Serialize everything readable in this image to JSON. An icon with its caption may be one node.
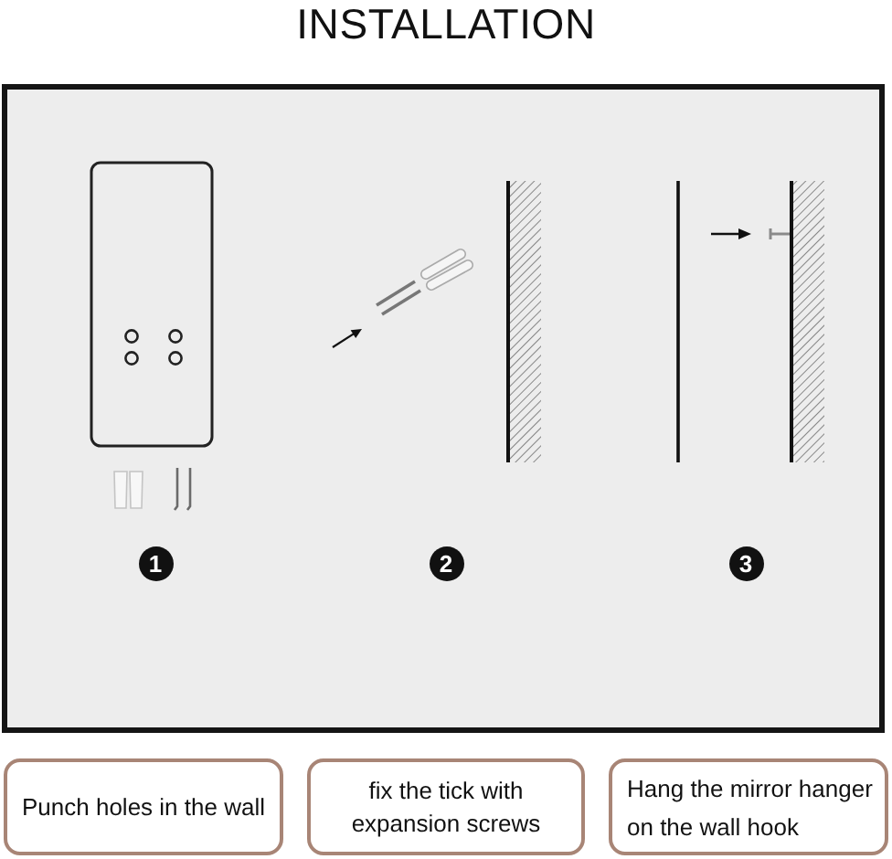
{
  "diagram": {
    "title": "INSTALLATION",
    "nodes": [
      {
        "text": [
          "1"
        ]
      },
      {
        "text": [
          "2"
        ]
      },
      {
        "text": [
          "3"
        ]
      },
      {
        "text": [
          "Punch holes in the wall"
        ]
      },
      {
        "text": [
          "fix the tick with expansion screws"
        ]
      },
      {
        "text": [
          "Hang the mirror hanger on the wall hook"
        ]
      }
    ]
  }
}
